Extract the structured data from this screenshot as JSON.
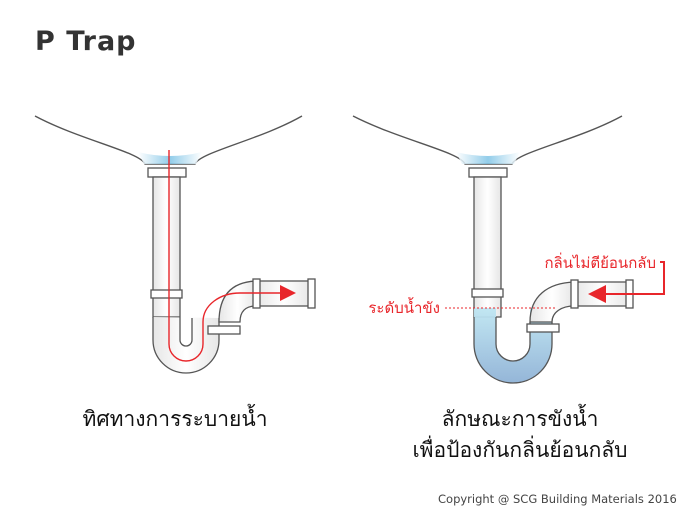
{
  "title": "P Trap",
  "left_caption": "ทิศทางการระบายน้ำ",
  "right_caption_line1": "ลักษณะการขังน้ำ",
  "right_caption_line2": "เพื่อป้องกันกลิ่นย้อนกลับ",
  "label_odor": "กลิ่นไม่ตีย้อนกลับ",
  "label_water_level": "ระดับน้ำขัง",
  "copyright": "Copyright  @ SCG Building Materials 2016",
  "colors": {
    "accent_red": "#e8262b",
    "water_blue": "#9ed3e8",
    "outline": "#555555"
  }
}
